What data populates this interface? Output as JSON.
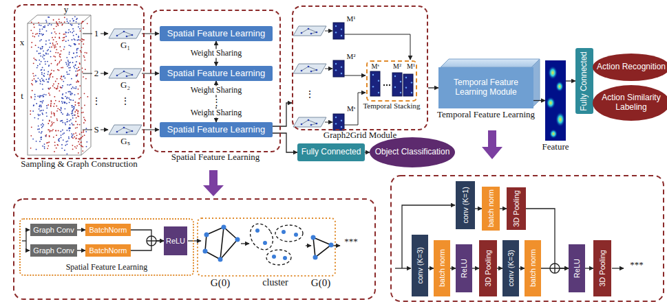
{
  "diagram": {
    "nodes": [
      {
        "text": [
          "Sampling & Graph Construction"
        ]
      },
      {
        "text": [
          "Spatial Feature Learning"
        ]
      },
      {
        "text": [
          "Spatial Feature Learning"
        ],
        "in": 1
      },
      {
        "text": [
          "Spatial Feature Learning"
        ],
        "in": 1
      },
      {
        "text": [
          "Spatial Feature Learning"
        ],
        "in": 1
      },
      {
        "text": [
          "Graph2Grid Module"
        ]
      },
      {
        "text": [
          "Temporal Stacking"
        ],
        "in": 5
      },
      {
        "text": [
          "Temporal Feature Learning Module",
          "Temporal Feature Learning"
        ]
      },
      {
        "text": [
          "Feature"
        ]
      },
      {
        "text": [
          "Fully Connected"
        ]
      },
      {
        "text": [
          "Action Recognition"
        ]
      },
      {
        "text": [
          "Action Similarity Labeling"
        ]
      },
      {
        "text": [
          "Fully Connected"
        ]
      },
      {
        "text": [
          "Object Classification"
        ]
      },
      {
        "text": [
          "Spatial Feature Learning"
        ]
      },
      {
        "text": [
          "Graph Conv"
        ],
        "in": 14
      },
      {
        "text": [
          "BatchNorm"
        ],
        "in": 14
      },
      {
        "text": [
          "Graph Conv"
        ],
        "in": 14
      },
      {
        "text": [
          "BatchNorm"
        ],
        "in": 14
      },
      {
        "text": [
          "ReLU"
        ],
        "in": 14
      },
      {
        "text": [
          "conv (K=1)"
        ]
      },
      {
        "text": [
          "batch norm"
        ]
      },
      {
        "text": [
          "3D Pooling"
        ]
      },
      {
        "text": [
          "conv (K=3)"
        ]
      },
      {
        "text": [
          "batch norm"
        ]
      },
      {
        "text": [
          "ReLU"
        ]
      },
      {
        "text": [
          "3D Pooling"
        ]
      },
      {
        "text": [
          "conv (K=3)"
        ]
      },
      {
        "text": [
          "batch norm"
        ]
      },
      {
        "text": [
          "ReLU"
        ]
      },
      {
        "text": [
          "3D Pooling"
        ]
      }
    ],
    "edges": [
      {
        "from": 2,
        "to": 3,
        "arrow": "both",
        "label": "Weight Sharing"
      },
      {
        "from": 3,
        "to": 4,
        "arrow": "both",
        "label": "Weight Sharing"
      },
      {
        "from": 4,
        "to": 5,
        "arrow": "to"
      },
      {
        "from": 4,
        "to": 12,
        "arrow": "to"
      },
      {
        "from": 12,
        "to": 13,
        "arrow": "to"
      },
      {
        "from": 5,
        "to": 7,
        "arrow": "to"
      },
      {
        "from": 7,
        "to": 8,
        "arrow": "to"
      },
      {
        "from": 8,
        "to": 9,
        "arrow": "to"
      },
      {
        "from": 15,
        "to": 16,
        "arrow": "to"
      },
      {
        "from": 17,
        "to": 18,
        "arrow": "to"
      },
      {
        "from": 16,
        "to": 19,
        "arrow": "to"
      },
      {
        "from": 18,
        "to": 19,
        "arrow": "to"
      },
      {
        "from": 20,
        "to": 21,
        "arrow": "to"
      },
      {
        "from": 21,
        "to": 22,
        "arrow": "to"
      },
      {
        "from": 23,
        "to": 24,
        "arrow": "to"
      },
      {
        "from": 24,
        "to": 25,
        "arrow": "to"
      },
      {
        "from": 25,
        "to": 26,
        "arrow": "to"
      },
      {
        "from": 26,
        "to": 27,
        "arrow": "to"
      },
      {
        "from": 27,
        "to": 28,
        "arrow": "to"
      },
      {
        "from": 28,
        "to": 29,
        "arrow": "to"
      },
      {
        "from": 22,
        "to": 29,
        "arrow": "to"
      },
      {
        "from": 29,
        "to": 30,
        "arrow": "to"
      }
    ],
    "labels": [
      "x",
      "y",
      "t",
      "1",
      "2",
      "⋮",
      "S",
      "G₁",
      "G₂",
      "⋮",
      "Gₛ",
      "Weight Sharing",
      "⋮",
      "M¹",
      "M²",
      "⋮",
      "Mˢ",
      "Mˢ",
      "M²",
      "M¹",
      "G(0)",
      "cluster",
      "G(0)",
      "***",
      "***"
    ]
  }
}
